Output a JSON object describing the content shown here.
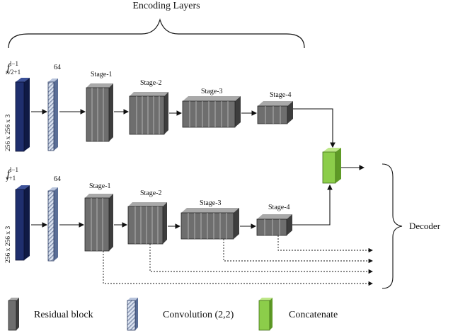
{
  "encoder_title": "Encoding Layers",
  "decoder_label": "Decoder",
  "branches": [
    {
      "input_symbol": "f",
      "input_super": "l−1",
      "input_sub": "n/2+1",
      "input_dims": "256 x 256 x 3",
      "conv_label": "64",
      "stages": [
        "Stage-1",
        "Stage-2",
        "Stage-3",
        "Stage-4"
      ]
    },
    {
      "input_symbol": "f",
      "input_super": "l−1",
      "input_sub": "y+1",
      "input_dims": "256 x 256 x 3",
      "conv_label": "64",
      "stages": [
        "Stage-1",
        "Stage-2",
        "Stage-3",
        "Stage-4"
      ]
    }
  ],
  "legend": {
    "residual": "Residual block",
    "conv": "Convolution (2,2)",
    "concat": "Concatenate"
  },
  "colors": {
    "input_fill": "#1f2f6e",
    "input_side": "#0f1a45",
    "conv_fill": "#8fa4c8",
    "block_front": "#6e6e6e",
    "block_top": "#a9a9a9",
    "block_side": "#3d3d3d",
    "concat_front": "#8ccd4a",
    "concat_top": "#bfe88a",
    "concat_side": "#5e9a26"
  }
}
